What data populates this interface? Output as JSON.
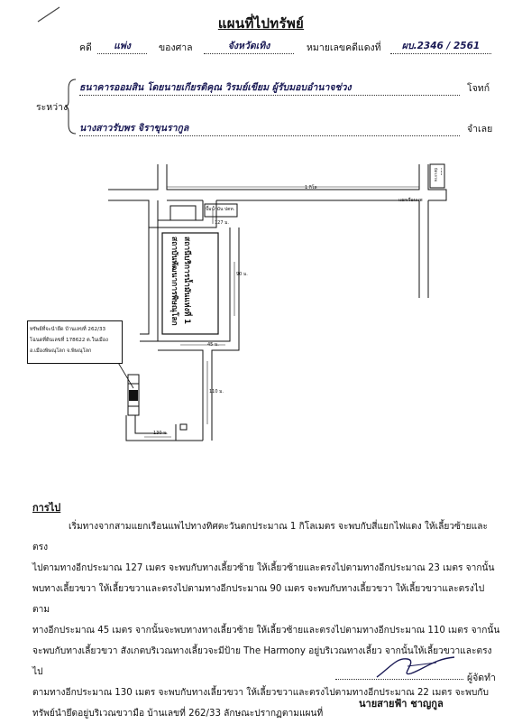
{
  "title": "แผนที่ไปทรัพย์",
  "case_line": {
    "prefix": "คดี",
    "case_type": "แพ่ง",
    "court_label": "ของศาล",
    "court_name": "จังหวัดเทิง",
    "red_no_label": "หมายเลขคดีแดงที่",
    "red_no": "ผบ.2346 / 2561"
  },
  "parties": {
    "between_label": "ระหว่าง",
    "plaintiff": "ธนาคารออมสิน โดยนายเกียรติคุณ วิรมย์เขียม ผู้รับมอบอำนาจช่วง",
    "plaintiff_role": "โจทก์",
    "defendant": "นางสาวรับพร จิราขุนรากูล",
    "defendant_role": "จำเลย"
  },
  "map": {
    "top_right_box": "ถนนมิตรภาพ",
    "road_dist_1": "1 กิโล",
    "intersection": "แยกเรือนแพ",
    "small_box": "ปั๊มน้ำมัน ปตท.",
    "dist_127": "127 ม.",
    "dist_90": "90 ม.",
    "dist_45": "45 ม.",
    "dist_110": "110 ม.",
    "dist_130": "130 ม.",
    "building_text": "สถานีบริการน้ำมันแห่งที่ 1 สถาบันพัฒนาการพิษณุโลก",
    "property_box": [
      "ทรัพย์ที่จะนำยึด บ้านเลขที่ 262/33",
      "โฉนดที่ดินเลขที่ 178622 ต.ในเมือง",
      "อ.เมืองพิษณุโลก จ.พิษณุโลก"
    ]
  },
  "directions": {
    "heading": "การไป",
    "lines": [
      "เริ่มทางจากสามแยกเรือนแพไปทางทิศตะวันตกประมาณ 1 กิโลเมตร จะพบกับสี่แยกไฟแดง ให้เลี้ยวซ้ายและตรง",
      "ไปตามทางอีกประมาณ 127 เมตร จะพบกับทางเลี้ยวซ้าย ให้เลี้ยวซ้ายและตรงไปตามทางอีกประมาณ 23 เมตร จากนั้น",
      "พบทางเลี้ยวขวา ให้เลี้ยวขวาและตรงไปตามทางอีกประมาณ 90 เมตร จะพบกับทางเลี้ยวขวา ให้เลี้ยวขวาและตรงไปตาม",
      "ทางอีกประมาณ 45 เมตร จากนั้นจะพบทางทางเลี้ยวซ้าย ให้เลี้ยวซ้ายและตรงไปตามทางอีกประมาณ 110 เมตร จากนั้น",
      "จะพบกับทางเลี้ยวขวา สังเกตบริเวณทางเลี้ยวจะมีป้าย The Harmony อยู่บริเวณทางเลี้ยว จากนั้นให้เลี้ยวขวาและตรงไป",
      "ตามทางอีกประมาณ 130 เมตร จะพบกับทางเลี้ยวขวา ให้เลี้ยวขวาและตรงไปตามทางอีกประมาณ 22 เมตร จะพบกับ",
      "ทรัพย์นำยึดอยู่บริเวณขวามือ บ้านเลขที่ 262/33 ลักษณะปรากฏตามแผนที่"
    ]
  },
  "signature": {
    "role": "ผู้จัดทำ",
    "name": "นายสายฟ้า ชาญกูล"
  }
}
